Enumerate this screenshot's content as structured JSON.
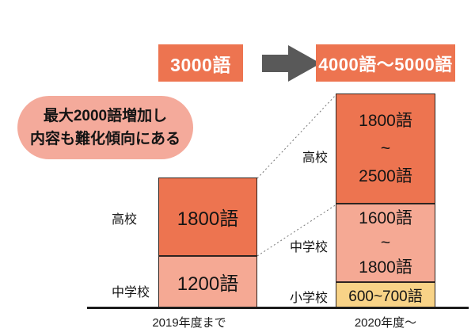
{
  "header": {
    "before_total": "3000語",
    "after_total": "4000語〜5000語"
  },
  "annotation": {
    "line1": "最大2000語増加し",
    "line2": "内容も難化傾向にある"
  },
  "left_bar": {
    "axis_label": "2019年度まで",
    "segments": [
      {
        "school": "高校",
        "value": "1800語"
      },
      {
        "school": "中学校",
        "value": "1200語"
      }
    ]
  },
  "right_bar": {
    "axis_label": "2020年度〜",
    "segments": [
      {
        "school": "高校",
        "lines": [
          "1800語",
          "~",
          "2500語"
        ]
      },
      {
        "school": "中学校",
        "lines": [
          "1600語",
          "~",
          "1800語"
        ]
      },
      {
        "school": "小学校",
        "lines": [
          "600~700語"
        ]
      }
    ]
  },
  "colors": {
    "accent_orange": "#ED7450",
    "salmon_pink": "#F5A994",
    "yellow": "#F8D387",
    "bubble_pink": "#F4AA9B",
    "arrow_gray": "#595959",
    "axis_black": "#1c1c1c"
  },
  "chart_data": {
    "type": "bar",
    "stacked": true,
    "grid": false,
    "legend_position": "none",
    "title": "",
    "xlabel": "",
    "ylabel": "",
    "unit": "語",
    "categories": [
      "2019年度まで",
      "2020年度〜"
    ],
    "series": [
      {
        "name": "小学校",
        "values_min": [
          0,
          600
        ],
        "values_max": [
          0,
          700
        ],
        "labels": [
          "",
          "600~700語"
        ]
      },
      {
        "name": "中学校",
        "values_min": [
          1200,
          1600
        ],
        "values_max": [
          1200,
          1800
        ],
        "labels": [
          "1200語",
          "1600語~1800語"
        ]
      },
      {
        "name": "高校",
        "values_min": [
          1800,
          1800
        ],
        "values_max": [
          1800,
          2500
        ],
        "labels": [
          "1800語",
          "1800語~2500語"
        ]
      }
    ],
    "totals": [
      "3000語",
      "4000語〜5000語"
    ],
    "annotation": "最大2000語増加し内容も難化傾向にある"
  }
}
